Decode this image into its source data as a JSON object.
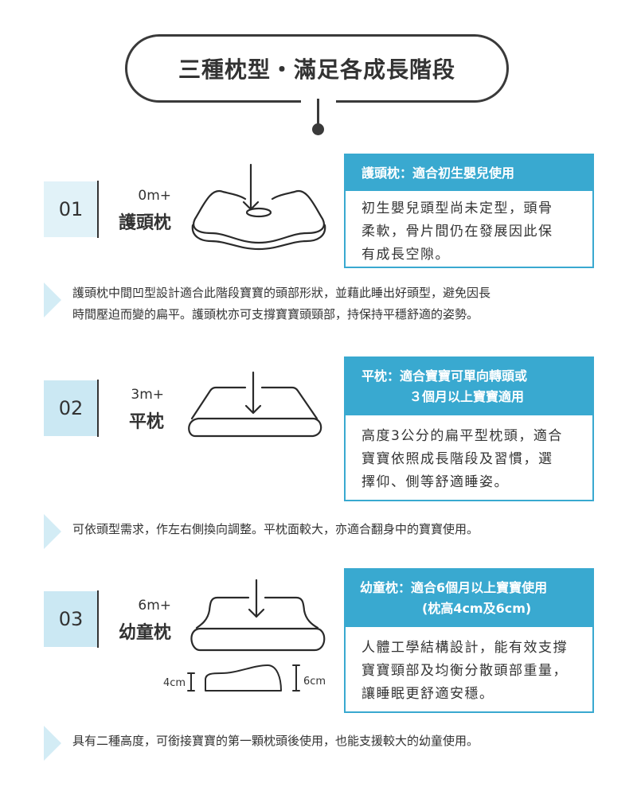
{
  "header": {
    "title": "三種枕型・滿足各成長階段"
  },
  "colors": {
    "accent": "#39a9d0",
    "badge_light": "#e1f2f8",
    "badge_mid": "#cbe8f3",
    "note_arrow": "#d3ecf5",
    "text": "#333333"
  },
  "sections": [
    {
      "number": "01",
      "age": "0m+",
      "name": "護頭枕",
      "icon": "head-shaping-pillow-icon",
      "info": {
        "title": "護頭枕：適合初生嬰兒使用",
        "body_lines": [
          "初生嬰兒頭型尚未定型，頭骨",
          "柔軟，骨片間仍在發展因此保",
          "有成長空隙。"
        ]
      },
      "note_lines": [
        "護頭枕中間凹型設計適合此階段寶寶的頭部形狀，並藉此睡出好頭型，避免因長",
        "時間壓迫而變的扁平。護頭枕亦可支撐寶寶頭頸部，持保持平穩舒適的姿勢。"
      ]
    },
    {
      "number": "02",
      "age": "3m+",
      "name": "平枕",
      "icon": "flat-pillow-icon",
      "info": {
        "title_lines": [
          "平枕：適合寶寶可單向轉頭或",
          "３個月以上寶寶適用"
        ],
        "body_lines": [
          "高度3公分的扁平型枕頭，適合",
          "寶寶依照成長階段及習慣，選",
          "擇仰、側等舒適睡姿。"
        ]
      },
      "note_lines": [
        "可依頭型需求，作左右側換向調整。平枕面較大，亦適合翻身中的寶寶使用。"
      ]
    },
    {
      "number": "03",
      "age": "6m+",
      "name": "幼童枕",
      "icon": "toddler-pillow-icon",
      "dimensions": {
        "low": "4cm",
        "high": "6cm"
      },
      "info": {
        "title_lines": [
          "幼童枕：適合6個月以上寶寶使用",
          "(枕高4cm及6cm)"
        ],
        "body_lines": [
          "人體工學結構設計，能有效支撐",
          "寶寶頸部及均衡分散頭部重量，",
          "讓睡眠更舒適安穩。"
        ]
      },
      "note_lines": [
        "具有二種高度，可銜接寶寶的第一顆枕頭後使用，也能支援較大的幼童使用。"
      ]
    }
  ]
}
